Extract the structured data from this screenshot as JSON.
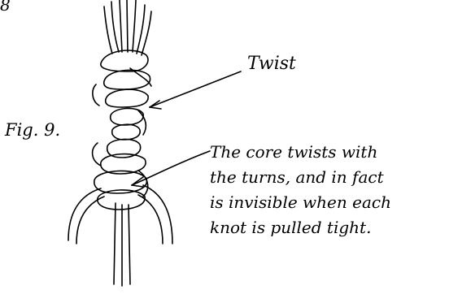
{
  "page_number": "8",
  "figure_label": "Fig. 9.",
  "twist_label": "Twist",
  "note_lines": [
    "The core twists with",
    "the turns, and in fact",
    "is invisible when each",
    "knot is pulled tight."
  ]
}
